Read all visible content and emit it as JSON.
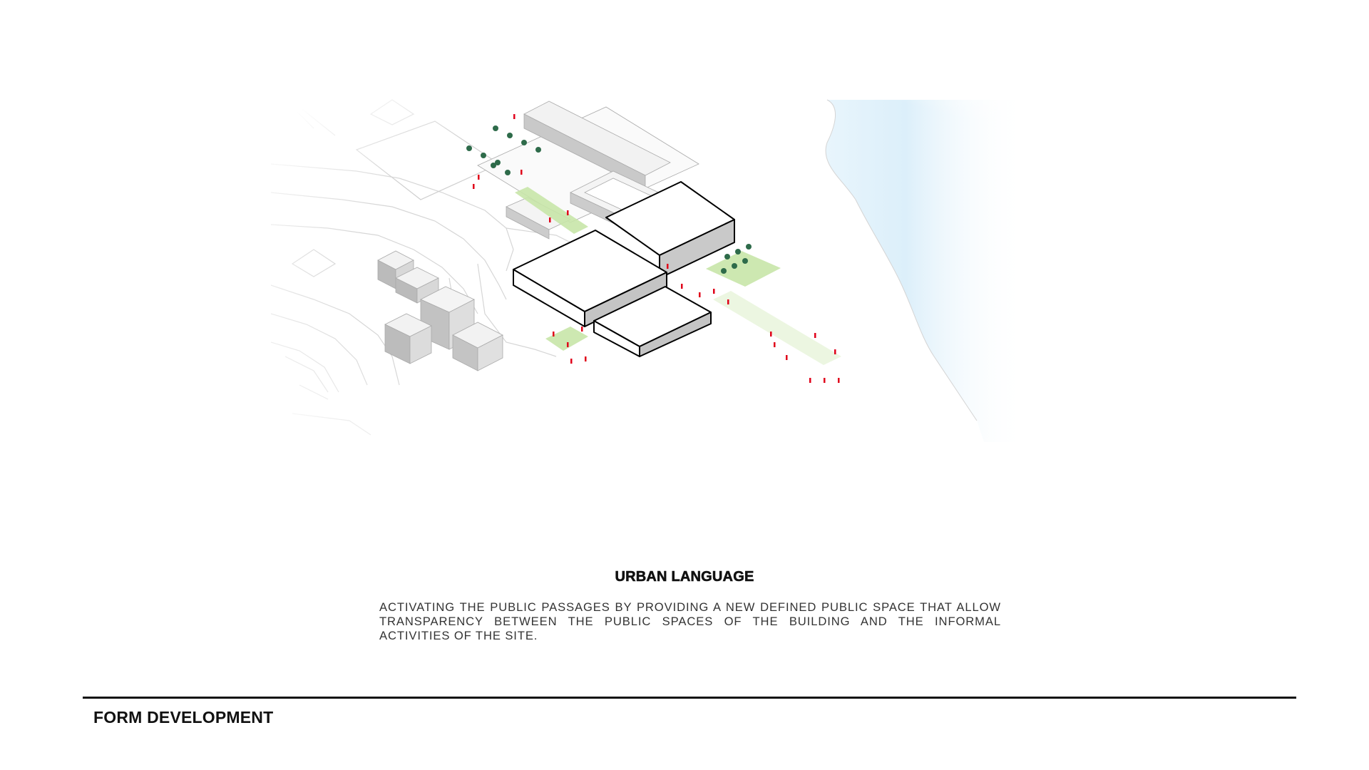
{
  "diagram": {
    "colors": {
      "water": "#dff0fa",
      "green_space": "#c8e6a8",
      "people": "#e0001a",
      "trees": "#2e6b4a",
      "massing_stroke": "#000000",
      "context_stroke": "#cfcfcf"
    }
  },
  "caption": {
    "title": "URBAN LANGUAGE",
    "body": "ACTIVATING THE PUBLIC PASSAGES BY PROVIDING A NEW DEFINED PUBLIC SPACE THAT ALLOW TRANSPARENCY BETWEEN THE PUBLIC SPACES OF THE BUILDING AND THE INFORMAL ACTIVITIES OF THE SITE."
  },
  "footer": {
    "section_label": "FORM DEVELOPMENT"
  }
}
